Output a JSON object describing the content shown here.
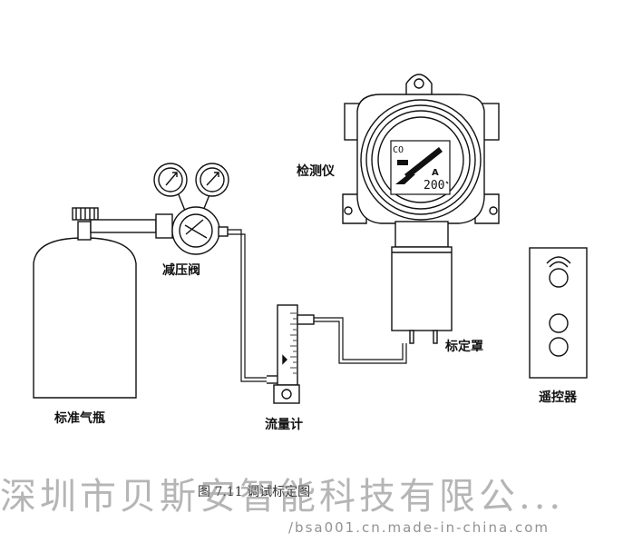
{
  "labels": {
    "detector": "检测仪",
    "regulator": "减压阀",
    "cylinder": "标准气瓶",
    "flowmeter": "流量计",
    "cover": "标定罩",
    "remote": "遥控器"
  },
  "display": {
    "gas": "CO",
    "unit": "A",
    "value": "200"
  },
  "caption": "图 7.11    调试标定图",
  "watermark": {
    "company": "深圳市贝斯安智能科技有限公...",
    "url": "/bsa001.cn.made-in-china.com"
  }
}
